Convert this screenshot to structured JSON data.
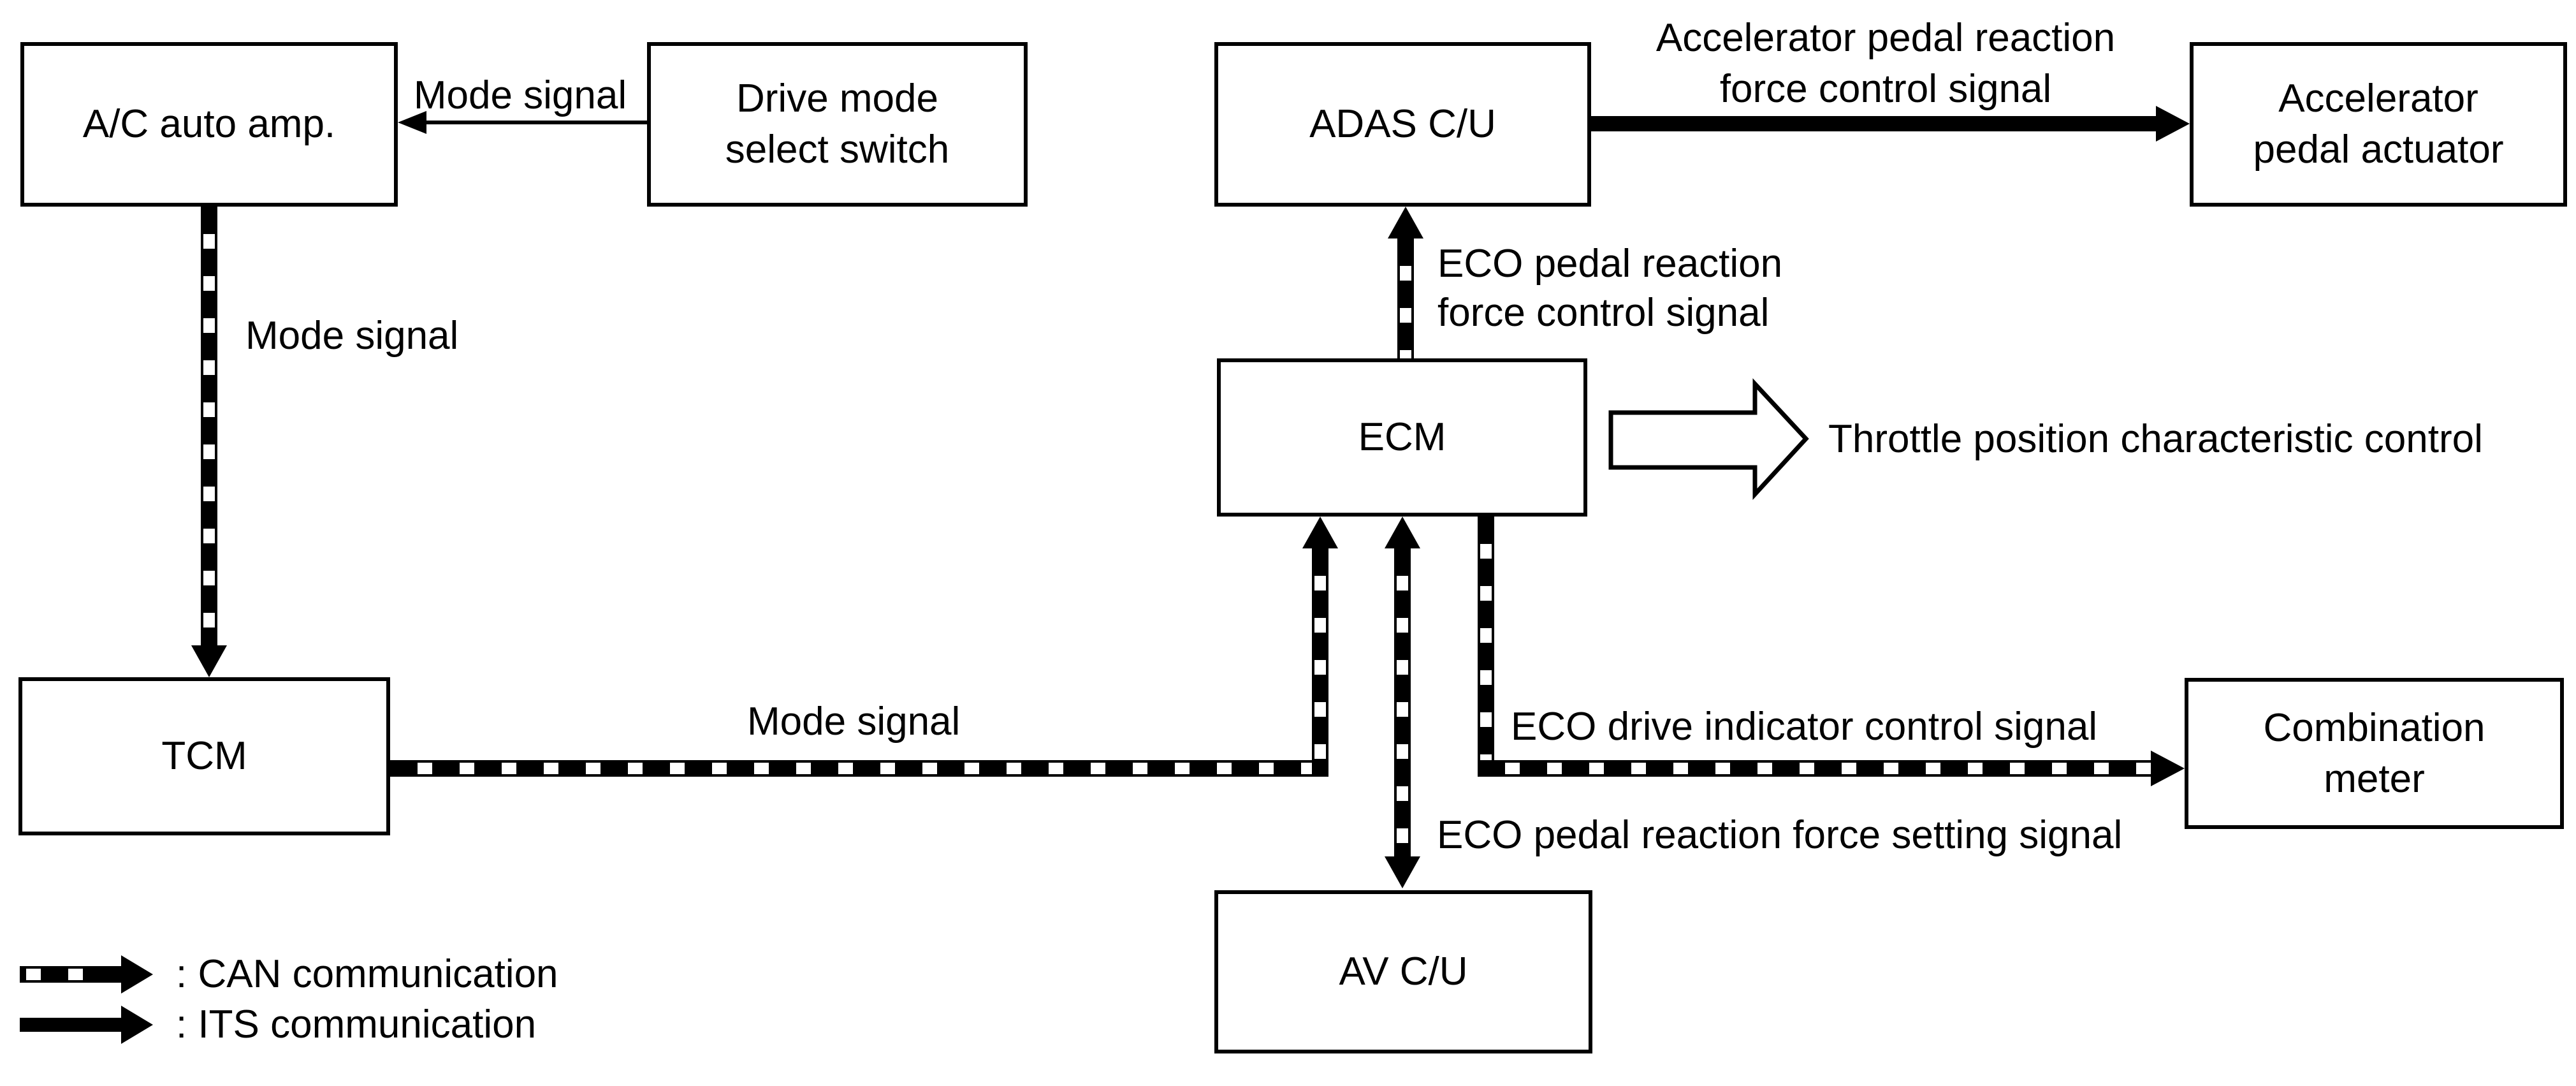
{
  "boxes": {
    "ac_auto_amp": "A/C auto amp.",
    "drive_mode_line1": "Drive mode",
    "drive_mode_line2": "select switch",
    "adas": "ADAS C/U",
    "accel_line1": "Accelerator",
    "accel_line2": "pedal actuator",
    "ecm": "ECM",
    "tcm": "TCM",
    "av": "AV C/U",
    "combo_line1": "Combination",
    "combo_line2": "meter"
  },
  "labels": {
    "mode_signal_top": "Mode signal",
    "mode_signal_left": "Mode signal",
    "mode_signal_mid": "Mode signal",
    "accel_reaction_line1": "Accelerator pedal reaction",
    "accel_reaction_line2": "force control signal",
    "eco_pedal_control_line1": "ECO pedal reaction",
    "eco_pedal_control_line2": "force control signal",
    "throttle": "Throttle position characteristic control",
    "eco_drive": "ECO drive indicator control signal",
    "eco_setting": "ECO pedal reaction force setting signal"
  },
  "legend": {
    "can": ": CAN communication",
    "its": ": ITS communication"
  },
  "colors": {
    "line": "#000000",
    "background": "#ffffff"
  }
}
